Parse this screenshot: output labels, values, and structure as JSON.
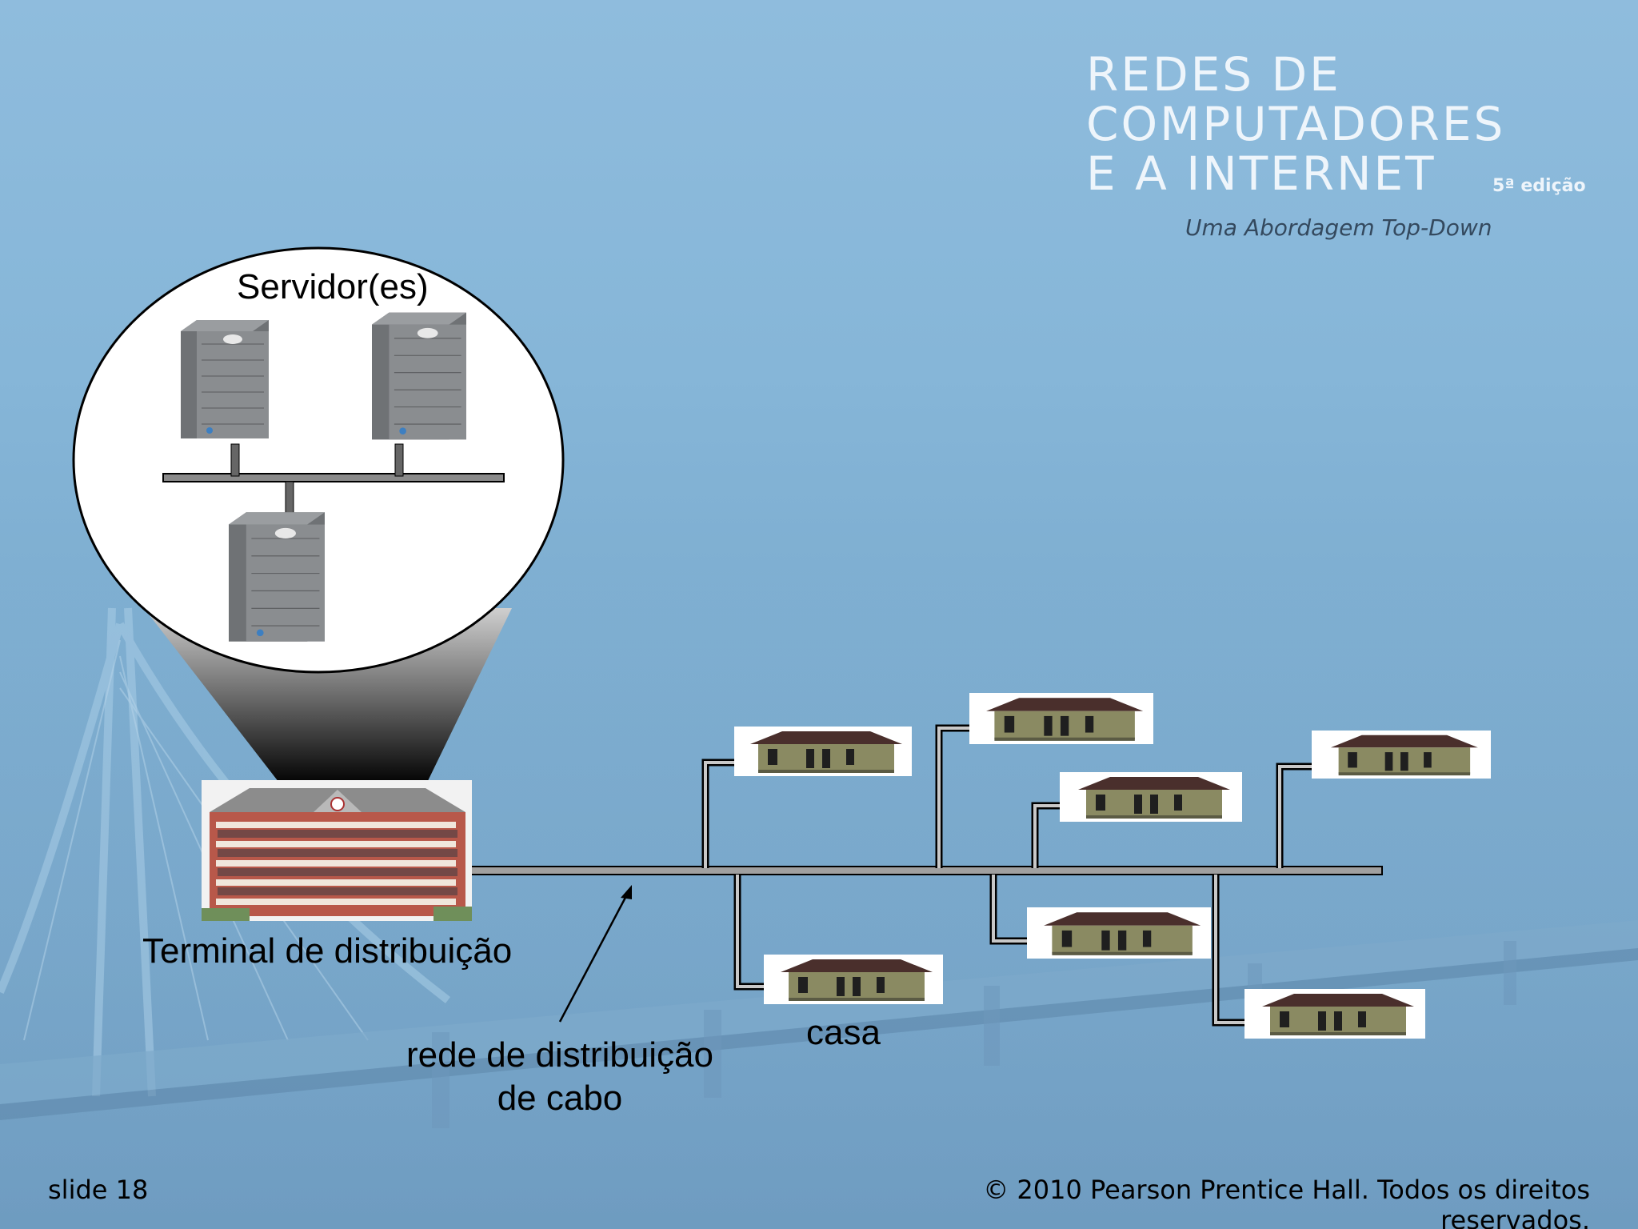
{
  "brand": {
    "line1": "REDES DE",
    "line2": "COMPUTADORES",
    "line3": "E A INTERNET",
    "edition": "5ª edição",
    "subtitle": "Uma Abordagem Top-Down"
  },
  "diagram": {
    "servers_label": "Servidor(es)",
    "headend_label": "Terminal de distribuição",
    "network_label_line1": "rede de distribuição",
    "network_label_line2": "de cabo",
    "home_label": "casa"
  },
  "footer": {
    "slide": "slide 18",
    "copyright_line1": "© 2010 Pearson Prentice Hall. Todos os direitos",
    "copyright_line2": "reservados."
  },
  "colors": {
    "background": "#86b6d8",
    "brand_text": "#eef5fb"
  }
}
